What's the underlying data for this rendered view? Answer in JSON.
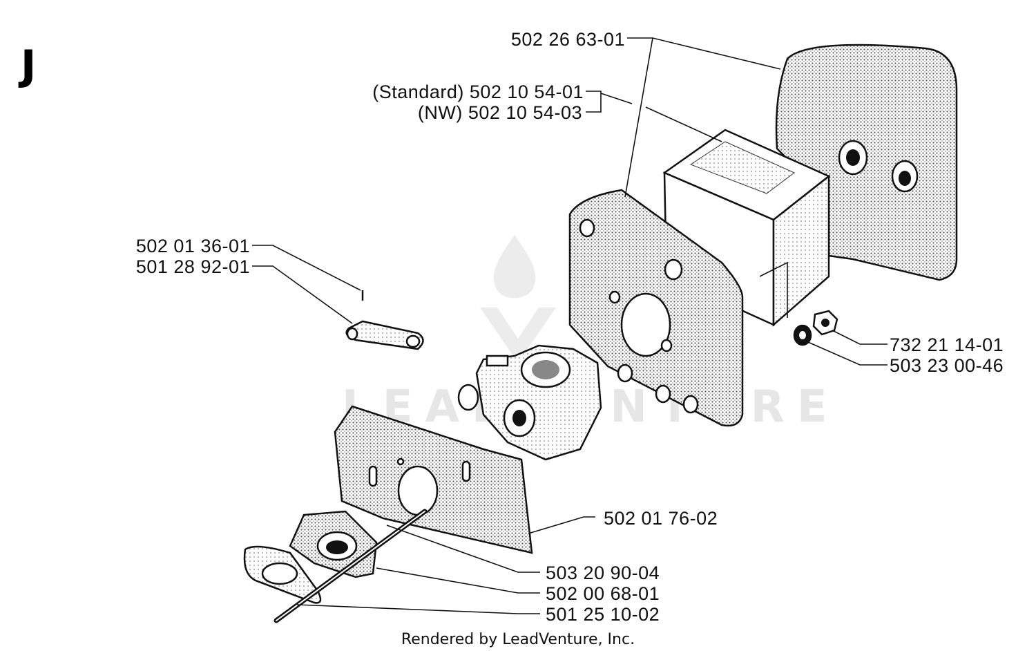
{
  "section_letter": "J",
  "footer": "Rendered by LeadVenture, Inc.",
  "watermark": "LEADVENTURE",
  "labels": {
    "air_filter_cover": "502 26 63-01",
    "filter_standard": "(Standard) 502 10 54-01",
    "filter_nw": "(NW) 502 10 54-03",
    "part_502_01_36_01": "502 01 36-01",
    "part_501_28_92_01": "501 28 92-01",
    "nut": "732 21 14-01",
    "washer": "503 23 00-46",
    "heat_shield": "502 01 76-02",
    "part_503_20_90_04": "503 20 90-04",
    "part_502_00_68_01": "502 00 68-01",
    "part_501_25_10_02": "501 25 10-02"
  }
}
